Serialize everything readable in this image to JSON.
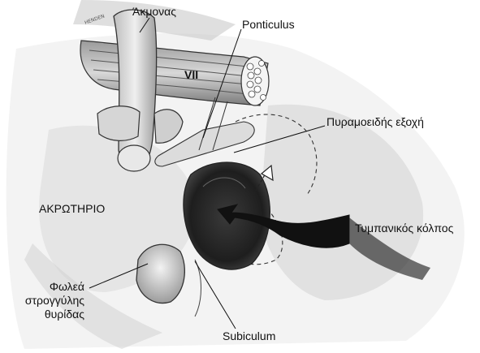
{
  "labels": {
    "incus": "Άκμονας",
    "ponticulus": "Ponticulus",
    "facial_nerve": "VII",
    "pyramidal_eminence": "Πυραμοειδής εξοχή",
    "promontory": "ΑΚΡΩΤΗΡΙΟ",
    "sinus_tympani": "Τυμπανικός κόλπος",
    "round_window_niche": [
      "Φωλεά",
      "στρογγύλης",
      "θυρίδας"
    ],
    "subiculum": "Subiculum"
  }
}
